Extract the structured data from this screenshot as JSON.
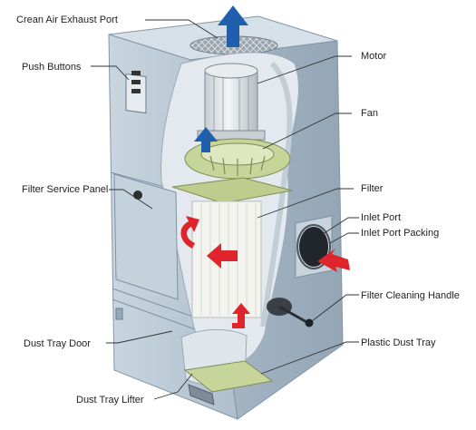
{
  "labels": {
    "exhaust_port": "Crean Air Exhaust Port",
    "push_buttons": "Push Buttons",
    "motor": "Motor",
    "fan": "Fan",
    "filter_service_panel": "Filter Service Panel",
    "filter": "Filter",
    "inlet_port": "Inlet Port",
    "inlet_port_packing": "Inlet Port Packing",
    "filter_cleaning_handle": "Filter Cleaning Handle",
    "dust_tray_door": "Dust Tray Door",
    "plastic_dust_tray": "Plastic Dust Tray",
    "dust_tray_lifter": "Dust Tray Lifter"
  },
  "colors": {
    "cabinet": "#b9c8d4",
    "cabinet_dark": "#8fa2b2",
    "interior": "#e8eef2",
    "filter_green": "#c7d49a",
    "filter_white": "#f3f3ef",
    "airflow_blue": "#1f5fae",
    "airflow_red": "#e0242b"
  }
}
